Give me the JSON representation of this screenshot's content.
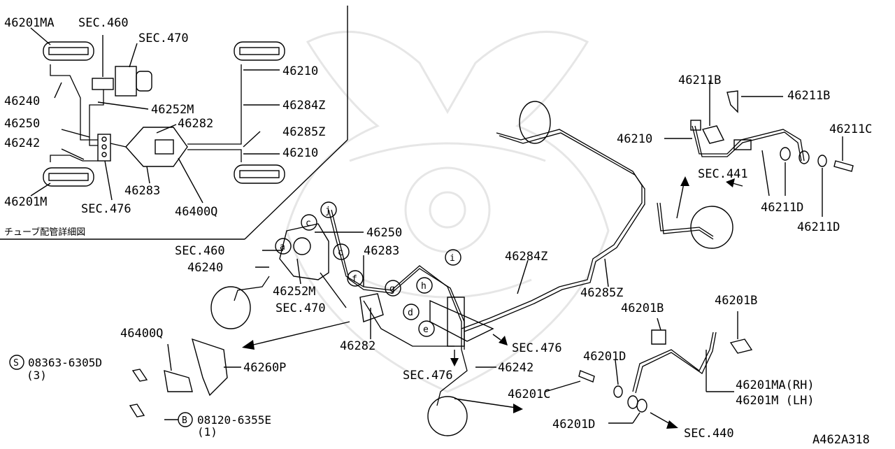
{
  "inset": {
    "caption": "チューブ配管詳細図",
    "labels": {
      "p46201MA": "46201MA",
      "sec460": "SEC.460",
      "sec470": "SEC.470",
      "p46210_top": "46210",
      "p46240": "46240",
      "p46252M": "46252M",
      "p46284Z": "46284Z",
      "p46250": "46250",
      "p46282": "46282",
      "p46285Z": "46285Z",
      "p46242": "46242",
      "p46210_bot": "46210",
      "p46201M": "46201M",
      "p46283": "46283",
      "sec476": "SEC.476",
      "p46400Q": "46400Q"
    }
  },
  "main": {
    "labels": {
      "p46250": "46250",
      "sec460": "SEC.460",
      "p46283": "46283",
      "p46240": "46240",
      "p46252M": "46252M",
      "sec470": "SEC.470",
      "p46284Z": "46284Z",
      "p46285Z": "46285Z",
      "p46282": "46282",
      "p46400Q": "46400Q",
      "p46260P": "46260P",
      "sec476_a": "SEC.476",
      "sec476_b": "SEC.476",
      "p46242": "46242",
      "p46201C": "46201C",
      "p46201D_a": "46201D",
      "p46201D_b": "46201D",
      "p46201B_a": "46201B",
      "p46201B_b": "46201B",
      "p46201MA_rh": "46201MA(RH)",
      "p46201M_lh": "46201M (LH)",
      "sec440": "SEC.440",
      "p46211B_a": "46211B",
      "p46211B_b": "46211B",
      "p46211C": "46211C",
      "p46210": "46210",
      "sec441": "SEC.441",
      "p46211D_a": "46211D",
      "p46211D_b": "46211D",
      "bolt_s_code": "08363-6305D",
      "bolt_s_qty": "(3)",
      "bolt_b_code": "08120-6355E",
      "bolt_b_qty": "(1)",
      "bolt_s_letter": "S",
      "bolt_b_letter": "B",
      "diagram_id": "A462A318"
    },
    "callouts": [
      "a",
      "c",
      "j",
      "c",
      "f",
      "g",
      "h",
      "i",
      "d",
      "e"
    ]
  }
}
